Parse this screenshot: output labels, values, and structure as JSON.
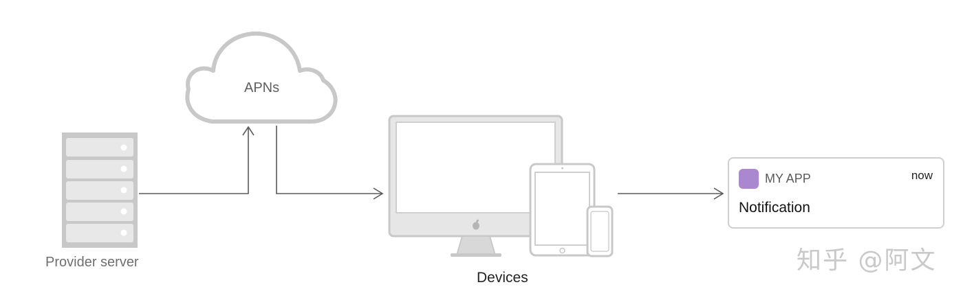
{
  "nodes": {
    "provider_server": "Provider server",
    "apns": "APNs",
    "devices": "Devices"
  },
  "notification": {
    "app_name": "MY APP",
    "time": "now",
    "title": "Notification",
    "app_icon_color": "#a988cf"
  },
  "watermark": "知乎 @阿文",
  "colors": {
    "outline": "#c8c8c8",
    "arrow": "#5a5a5a",
    "device_fill": "#e6e6e6"
  },
  "icons": [
    "server-icon",
    "cloud-icon",
    "imac-icon",
    "ipad-icon",
    "iphone-icon",
    "apple-logo-icon"
  ]
}
